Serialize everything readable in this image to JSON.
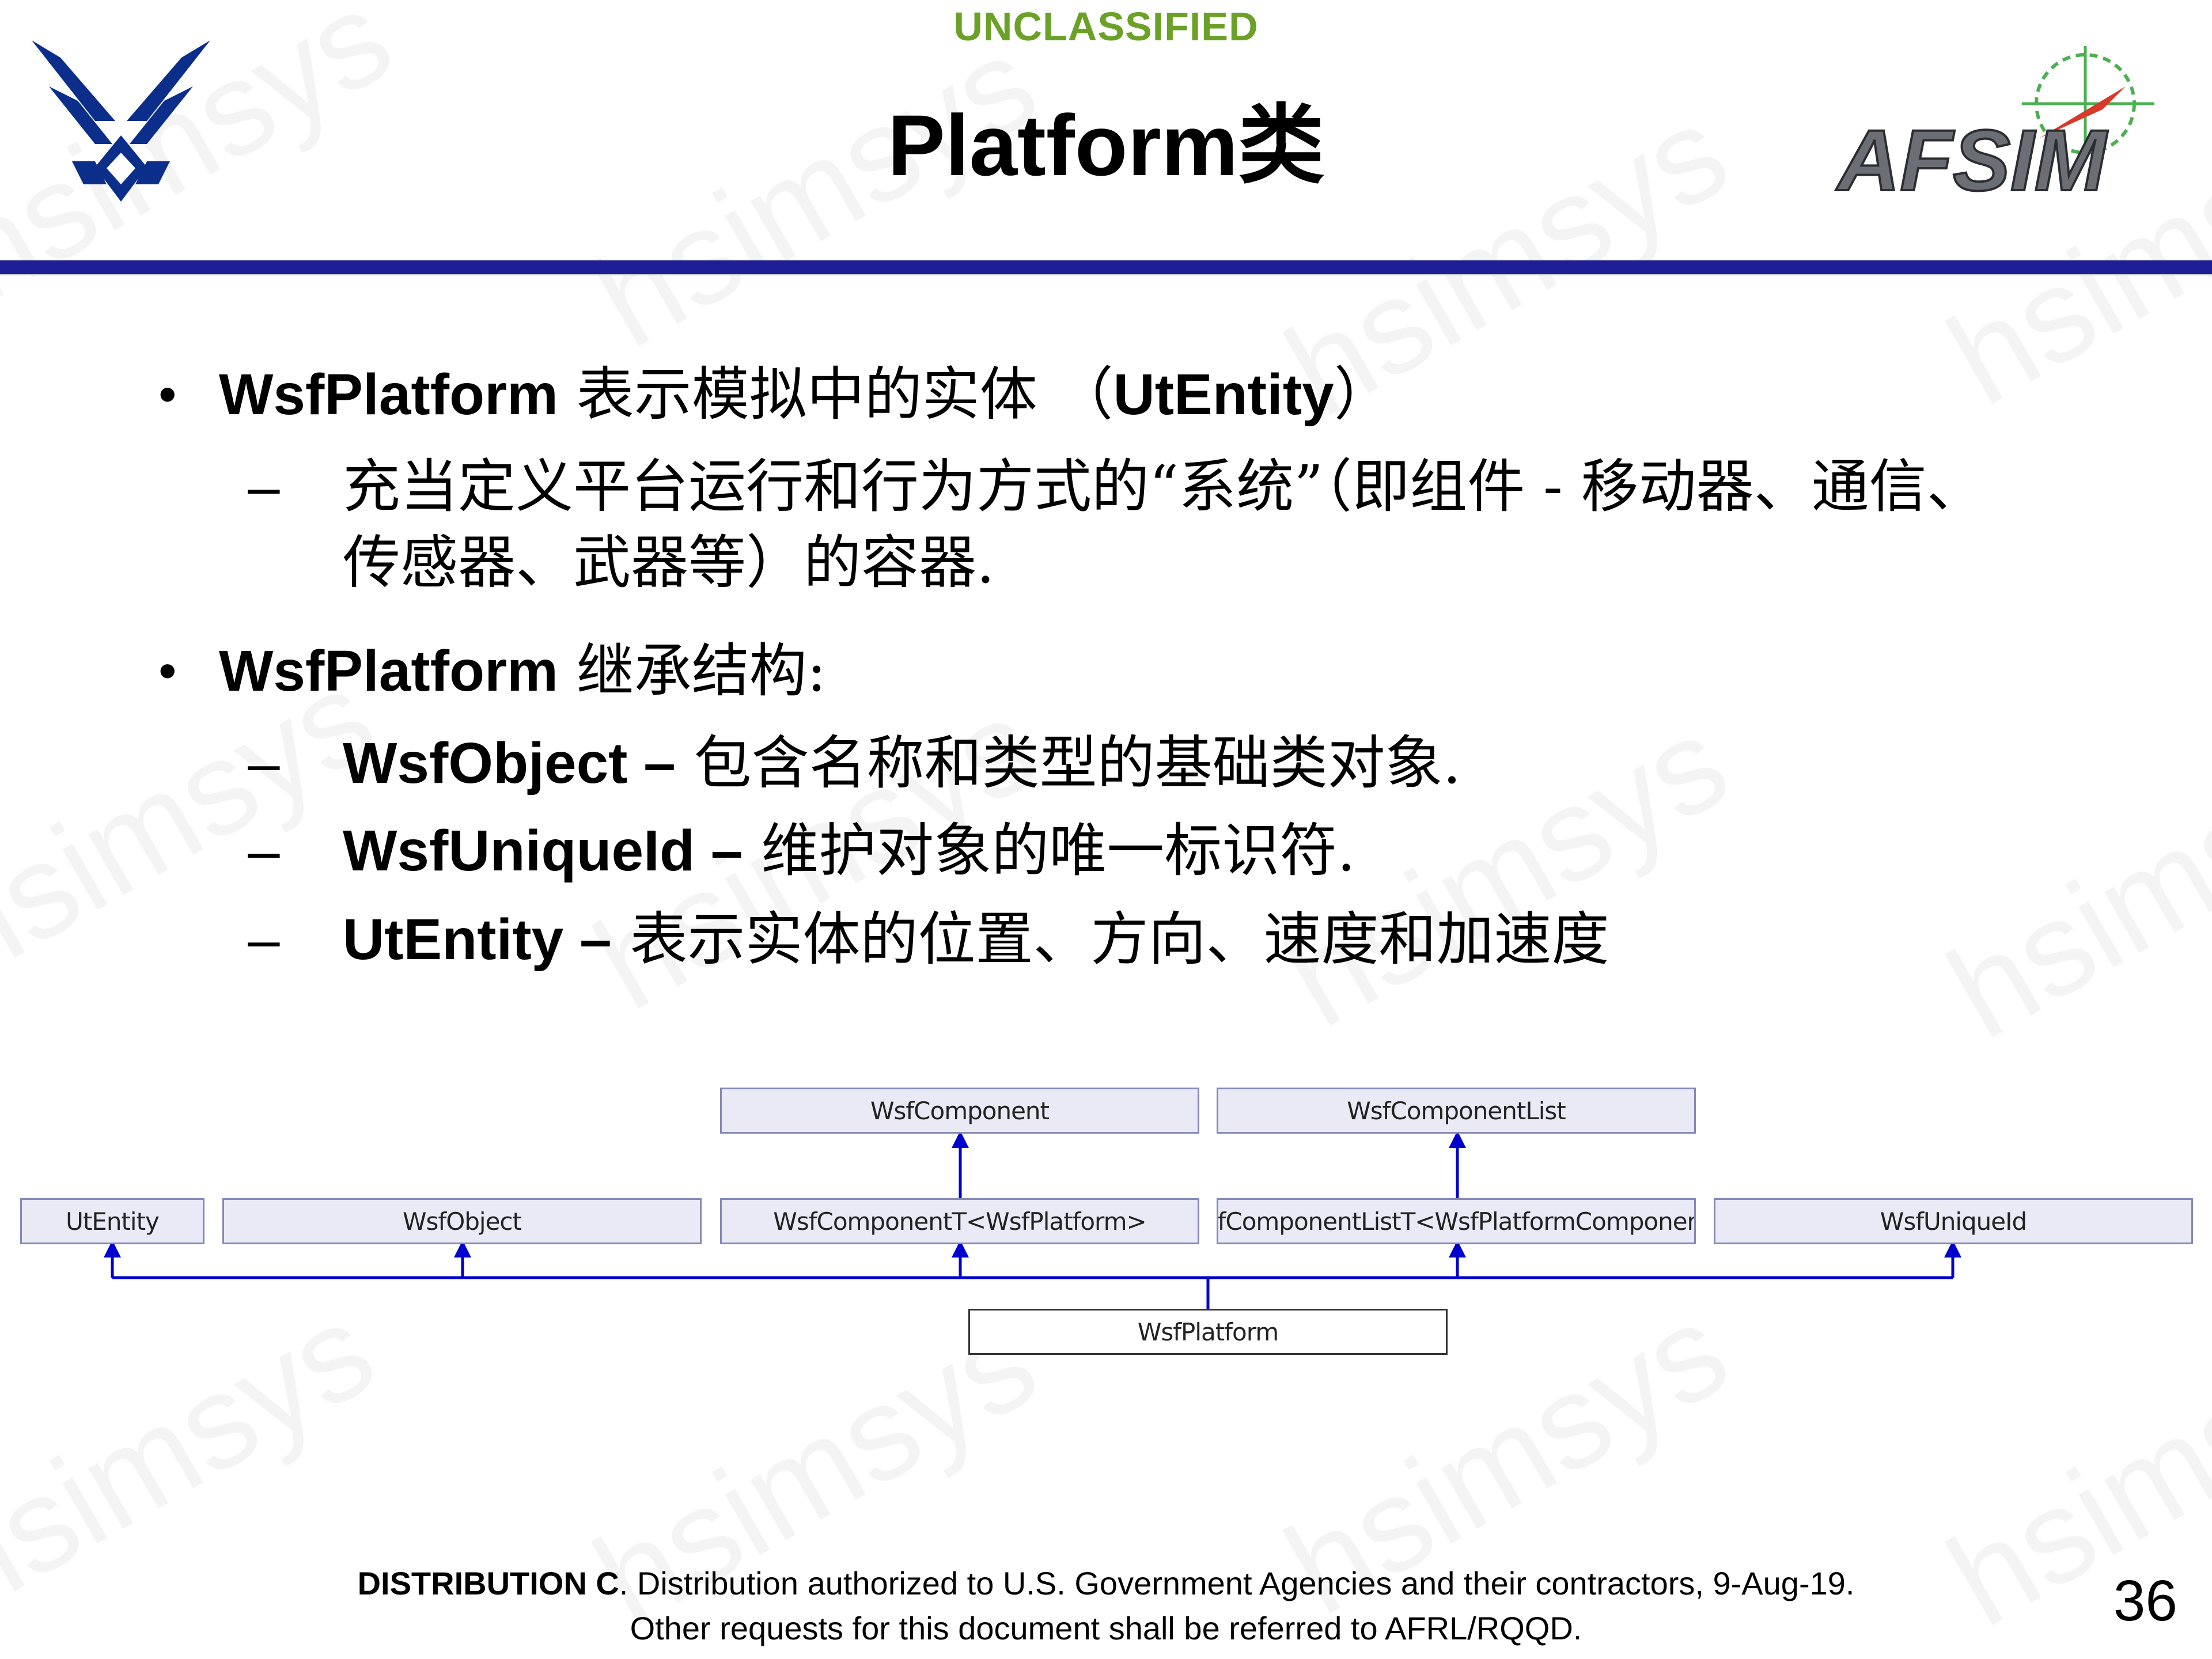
{
  "header": {
    "classification": "UNCLASSIFIED",
    "title": "Platform类",
    "left_logo": "us-air-force-wings-logo",
    "right_logo": "afsim-logo",
    "right_logo_text": "AFSIM"
  },
  "watermark_text": "hsimsys",
  "bullets": [
    {
      "bold": "WsfPlatform",
      "text": " 表示模拟中的实体 （",
      "bold2": "UtEntity",
      "text2": "）",
      "sub": [
        {
          "text": "充当定义平台运行和行为方式的“系统”（即组件 - 移动器、通信、",
          "text_cont": "传感器、武器等）的容器."
        }
      ]
    },
    {
      "bold": "WsfPlatform",
      "text": " 继承结构:",
      "sub": [
        {
          "bold": "WsfObject –",
          "text": " 包含名称和类型的基础类对象."
        },
        {
          "bold": "WsfUniqueId –",
          "text": " 维护对象的唯一标识符."
        },
        {
          "bold": "UtEntity –",
          "text": " 表示实体的位置、方向、速度和加速度"
        }
      ]
    }
  ],
  "diagram": {
    "top_classes": [
      "WsfComponent",
      "WsfComponentList"
    ],
    "base_classes": [
      "UtEntity",
      "WsfObject",
      "WsfComponentT<WsfPlatform>",
      "WsfComponentListT<WsfPlatformComponent>",
      "WsfUniqueId"
    ],
    "derived_class": "WsfPlatform",
    "line_color": "#0000cc"
  },
  "footer": {
    "distribution_bold": "DISTRIBUTION C",
    "distribution_text": ". Distribution authorized to U.S. Government Agencies and their contractors, 9-Aug-19.",
    "distribution_line2": "Other requests for this document shall be referred to AFRL/RQQD.",
    "page_number": "36"
  }
}
